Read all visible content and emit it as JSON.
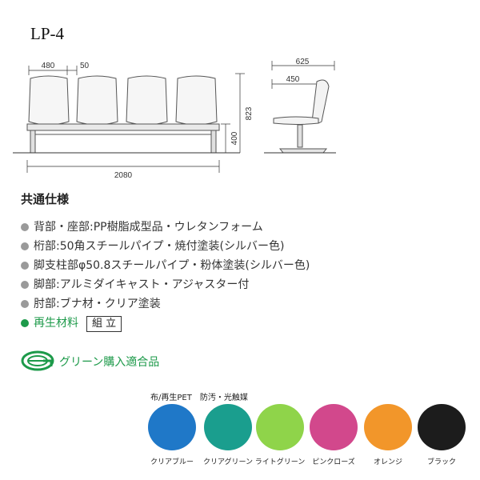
{
  "model": "LP-4",
  "dimensions": {
    "seat_width": "480",
    "pitch_gap": "50",
    "total_width": "2080",
    "depth": "625",
    "seat_depth": "450",
    "height": "823",
    "seat_height": "400"
  },
  "spec_title": "共通仕様",
  "specs": [
    "背部・座部:PP樹脂成型品・ウレタンフォーム",
    "桁部:50角スチールパイプ・焼付塗装(シルバー色)",
    "脚支柱部φ50.8スチールパイプ・粉体塗装(シルバー色)",
    "脚部:アルミダイキャスト・アジャスター付",
    "肘部:ブナ材・クリア塗装"
  ],
  "recycled_label": "再生材料",
  "assembly_label": "組 立",
  "green_purchase": "グリーン購入適合品",
  "material_caption": "布/再生PET　防汚・光触媒",
  "swatches": [
    {
      "label": "クリアブルー",
      "color": "#1f78c8"
    },
    {
      "label": "クリアグリーン",
      "color": "#1a9e8e"
    },
    {
      "label": "ライトグリーン",
      "color": "#8fd44a"
    },
    {
      "label": "ピンクローズ",
      "color": "#d2488c"
    },
    {
      "label": "オレンジ",
      "color": "#f2962a"
    },
    {
      "label": "ブラック",
      "color": "#1c1c1c"
    }
  ]
}
